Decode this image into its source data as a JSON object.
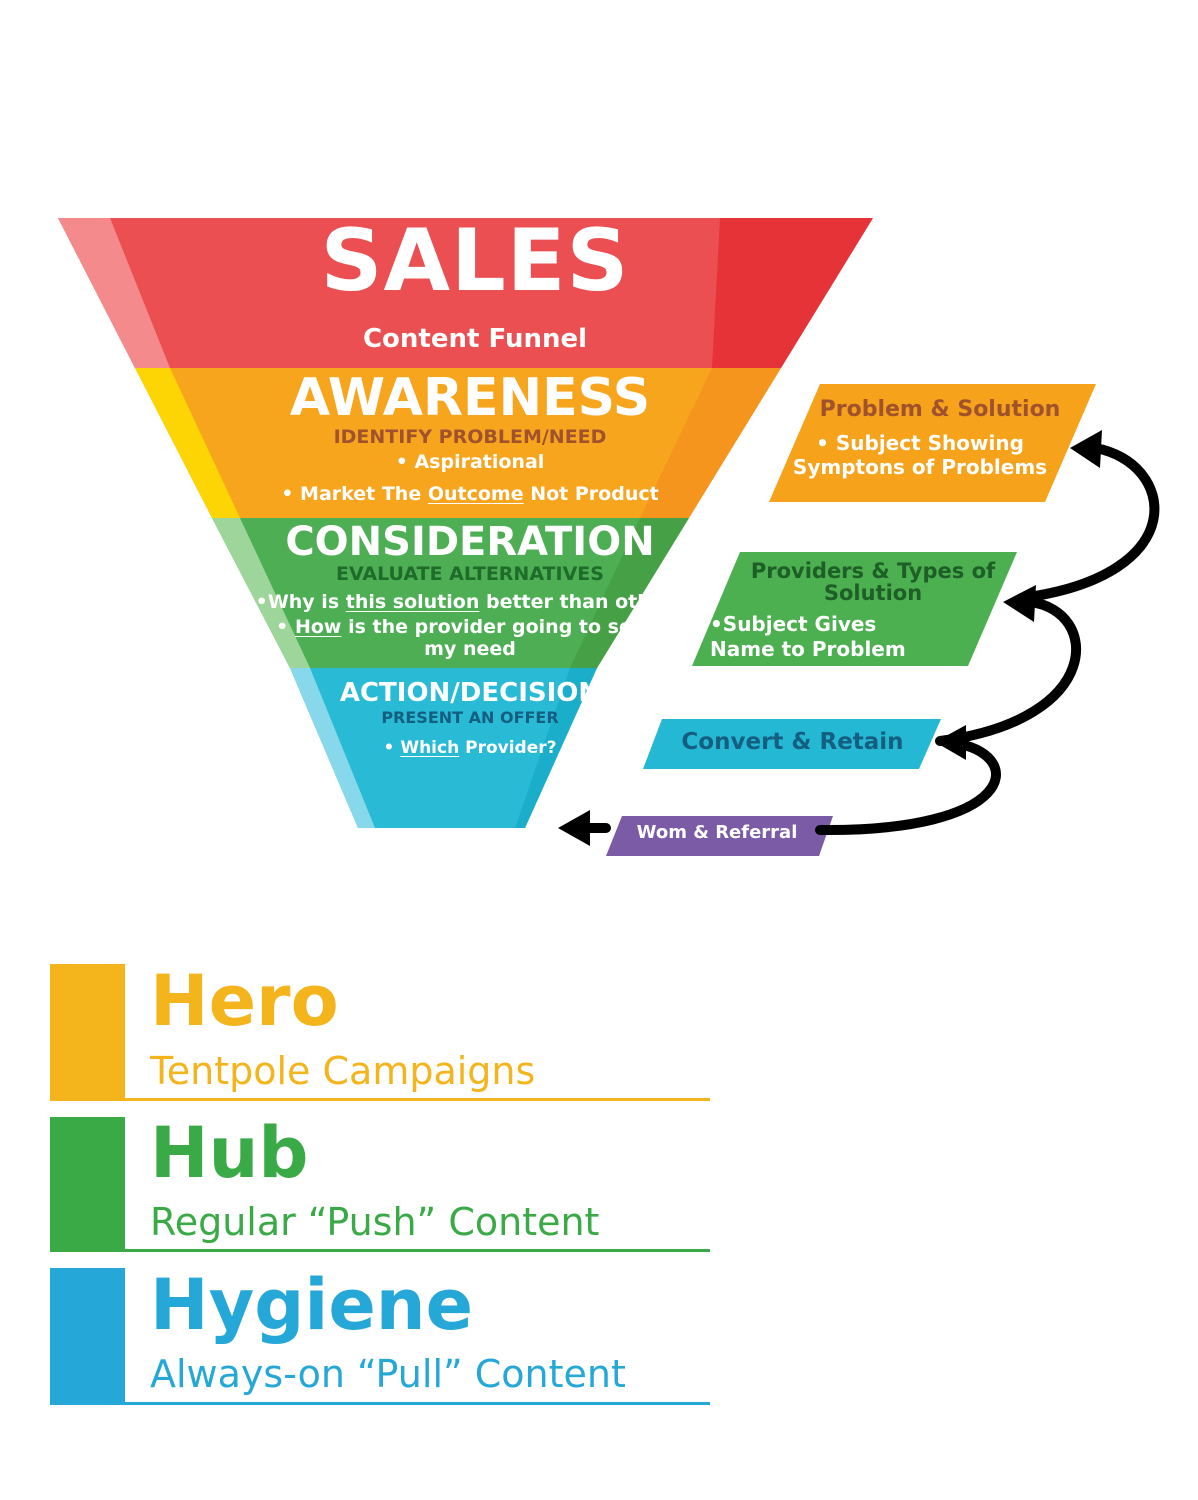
{
  "header": {
    "title": "SALES",
    "subtitle": "Content Funnel"
  },
  "stages": [
    {
      "title": "AWARENESS",
      "subtitle": "IDENTIFY PROBLEM/NEED",
      "bullets": [
        {
          "parts": [
            {
              "t": "• Aspirational"
            }
          ]
        },
        {
          "parts": [
            {
              "t": "• Market The "
            },
            {
              "t": "Outcome",
              "u": true
            },
            {
              "t": " Not Product"
            }
          ]
        }
      ]
    },
    {
      "title": "CONSIDERATION",
      "subtitle": "EVALUATE ALTERNATIVES",
      "bullets": [
        {
          "parts": [
            {
              "t": "•Why is "
            },
            {
              "t": "this solution",
              "u": true
            },
            {
              "t": " better than others"
            }
          ]
        },
        {
          "parts": [
            {
              "t": "• "
            },
            {
              "t": "How",
              "u": true
            },
            {
              "t": " is the provider going to solve"
            }
          ]
        },
        {
          "parts": [
            {
              "t": "my need"
            }
          ]
        }
      ]
    },
    {
      "title": "ACTION/DECISION",
      "subtitle": "PRESENT AN OFFER",
      "bullets": [
        {
          "parts": [
            {
              "t": "• "
            },
            {
              "t": "Which",
              "u": true
            },
            {
              "t": " Provider?"
            }
          ]
        }
      ]
    }
  ],
  "side_tags": [
    {
      "title": "Problem & Solution",
      "lines": [
        "• Subject Showing",
        "Symptons of Problems"
      ],
      "color": "#F7A21B"
    },
    {
      "title": "Providers & Types of Solution",
      "lines": [
        "•Subject Gives",
        "Name to Problem"
      ],
      "color": "#4CAF50"
    },
    {
      "title": "Convert & Retain",
      "lines": [],
      "color": "#25B8D5"
    },
    {
      "title": "Wom & Referral",
      "lines": [],
      "color": "#7B5BA6"
    }
  ],
  "legend": [
    {
      "title": "Hero",
      "subtitle": "Tentpole Campaigns",
      "color": "#F4B41C"
    },
    {
      "title": "Hub",
      "subtitle": "Regular “Push” Content",
      "color": "#3AAA47"
    },
    {
      "title": "Hygiene",
      "subtitle": "Always-on “Pull” Content",
      "color": "#25A8D8"
    }
  ],
  "colors": {
    "sales": "#EC4F52",
    "awareness": "#F8A51E",
    "consideration": "#4DAE54",
    "action": "#29BAD6",
    "arrow": "#000000"
  }
}
